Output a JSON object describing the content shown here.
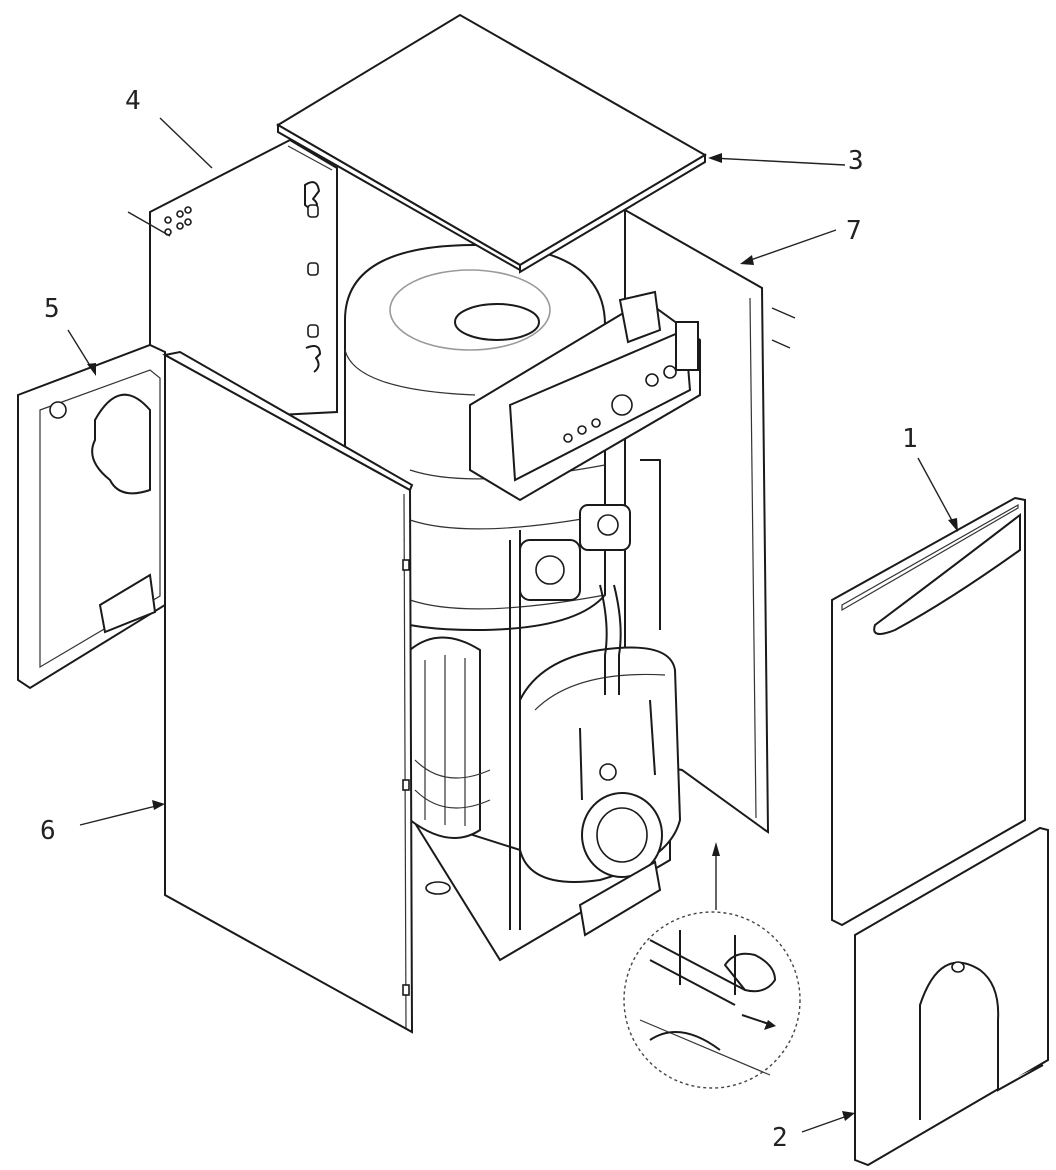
{
  "callouts": [
    {
      "id": "front-upper-panel",
      "label": "1"
    },
    {
      "id": "front-lower-panel",
      "label": "2"
    },
    {
      "id": "top-cover",
      "label": "3"
    },
    {
      "id": "rear-panel",
      "label": "4"
    },
    {
      "id": "rear-access-cover",
      "label": "5"
    },
    {
      "id": "left-side-panel",
      "label": "6"
    },
    {
      "id": "right-side-panel",
      "label": "7"
    }
  ],
  "colors": {
    "line": "#1a1a1a",
    "background": "#ffffff",
    "accent_grey": "#9a9a9a"
  }
}
